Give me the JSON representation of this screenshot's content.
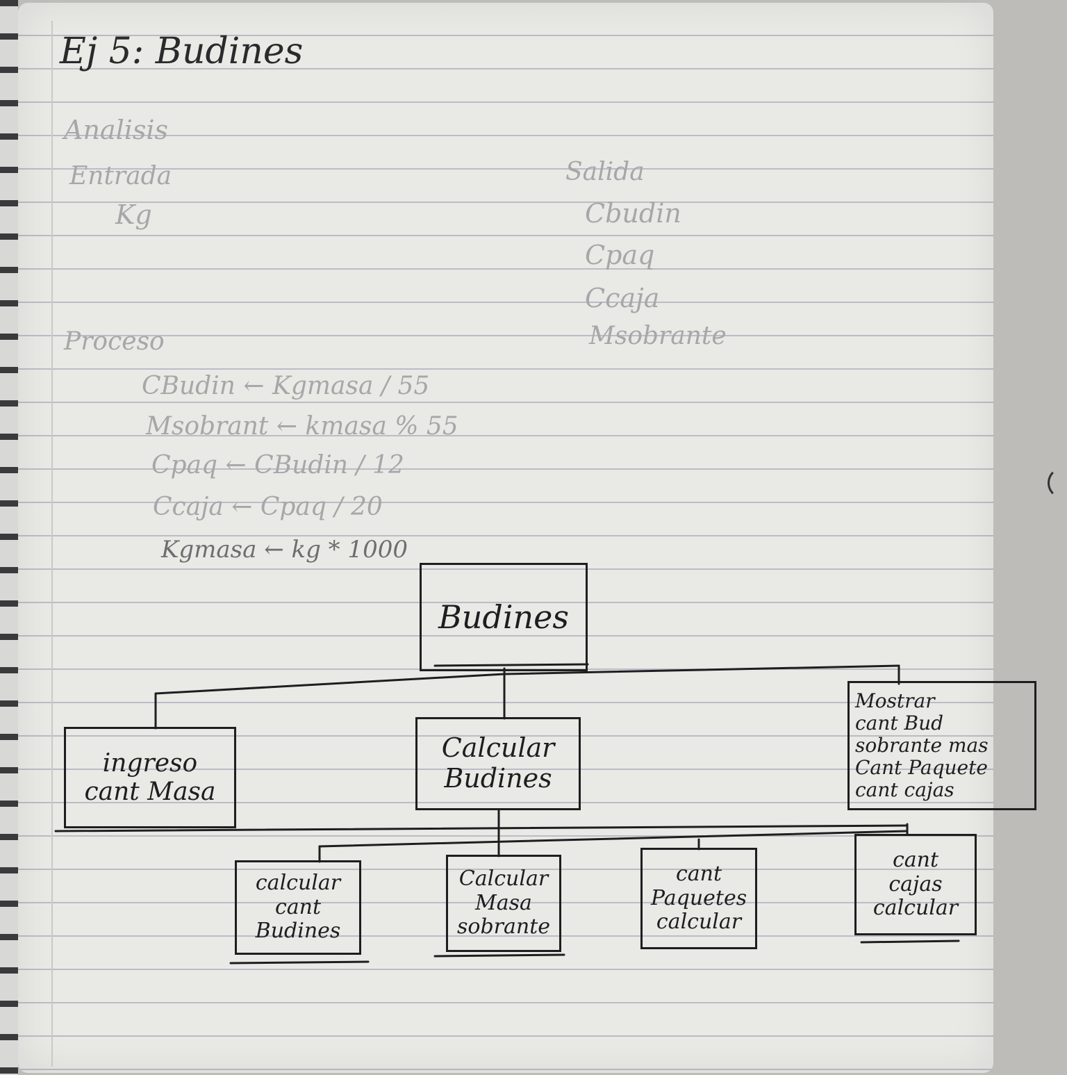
{
  "title": "Ej 5: Budines",
  "analysis": {
    "heading": "Analisis",
    "input_heading": "Entrada",
    "input_items": [
      "Kg"
    ],
    "output_heading": "Salida",
    "output_items": [
      "Cbudin",
      "Cpaq",
      "Ccaja",
      "Msobrante"
    ]
  },
  "process": {
    "heading": "Proceso",
    "steps": [
      "CBudin ← Kgmasa / 55",
      "Msobrant ← kmasa % 55",
      "Cpaq ← CBudin / 12",
      "Ccaja ← Cpaq / 20",
      "Kgmasa ← kg * 1000"
    ]
  },
  "diagram": {
    "root": "Budines",
    "level1": [
      {
        "lines": [
          "ingreso",
          "cant Masa"
        ]
      },
      {
        "lines": [
          "Calcular",
          "Budines"
        ]
      },
      {
        "lines": [
          "Mostrar",
          "cant Bud",
          "sobrante mas",
          "Cant Paquete",
          "cant cajas"
        ]
      }
    ],
    "level2": [
      {
        "lines": [
          "calcular",
          "cant",
          "Budines"
        ]
      },
      {
        "lines": [
          "Calcular",
          "Masa",
          "sobrante"
        ]
      },
      {
        "lines": [
          "cant",
          "Paquetes",
          "calcular"
        ]
      },
      {
        "lines": [
          "cant",
          "cajas",
          "calcular"
        ]
      }
    ]
  },
  "colors": {
    "ink": "#1e1e20",
    "faint_pencil": "#a7a7a9",
    "paper": "#e9e9e6",
    "rule": "#b9bdc4"
  }
}
